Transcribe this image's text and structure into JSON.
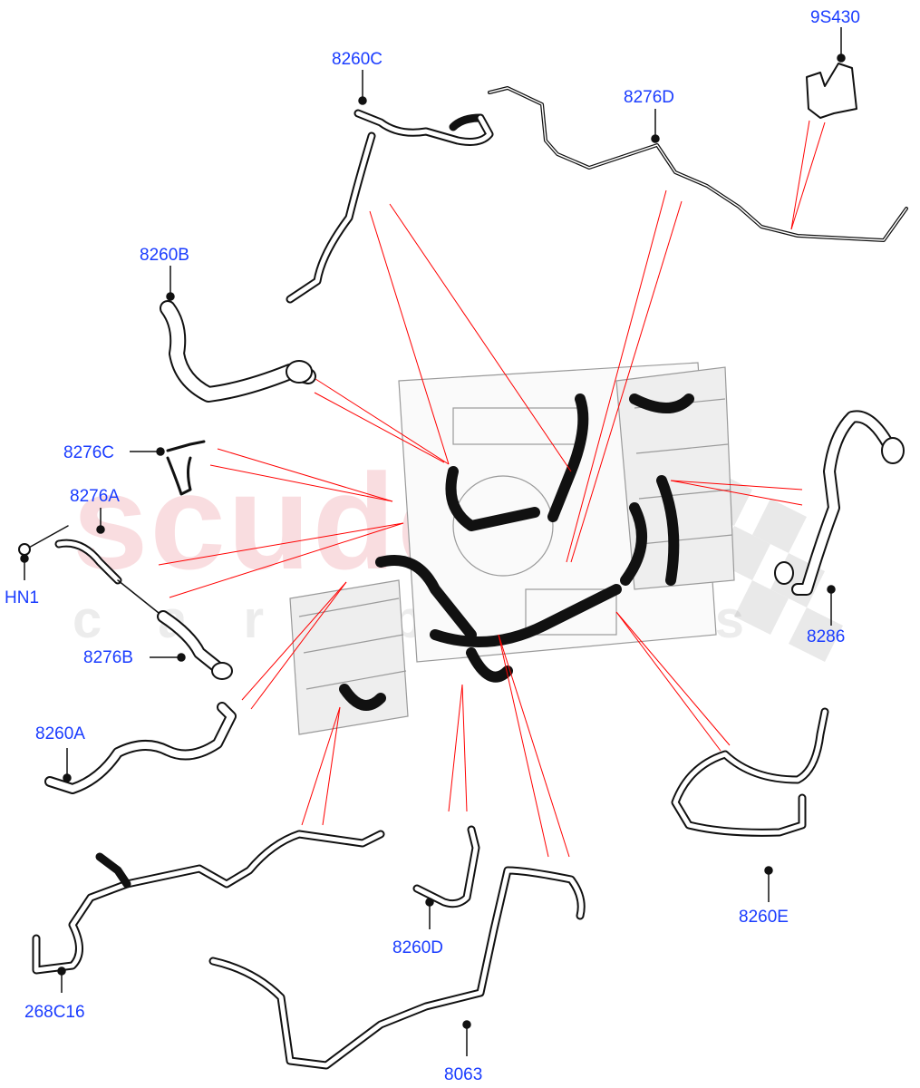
{
  "diagram": {
    "watermark": {
      "main": "scuderia",
      "sub": "car parts"
    },
    "label_color": "#1a3cff",
    "leader_color": "#ff0000",
    "parts": [
      {
        "id": "8260C",
        "label": "8260C"
      },
      {
        "id": "8276D",
        "label": "8276D"
      },
      {
        "id": "9S430",
        "label": "9S430"
      },
      {
        "id": "8260B",
        "label": "8260B"
      },
      {
        "id": "8276C",
        "label": "8276C"
      },
      {
        "id": "8276A",
        "label": "8276A"
      },
      {
        "id": "HN1",
        "label": "HN1"
      },
      {
        "id": "8276B",
        "label": "8276B"
      },
      {
        "id": "8286",
        "label": "8286"
      },
      {
        "id": "8260A",
        "label": "8260A"
      },
      {
        "id": "8260E",
        "label": "8260E"
      },
      {
        "id": "8260D",
        "label": "8260D"
      },
      {
        "id": "268C16",
        "label": "268C16"
      },
      {
        "id": "8063",
        "label": "8063"
      }
    ]
  }
}
